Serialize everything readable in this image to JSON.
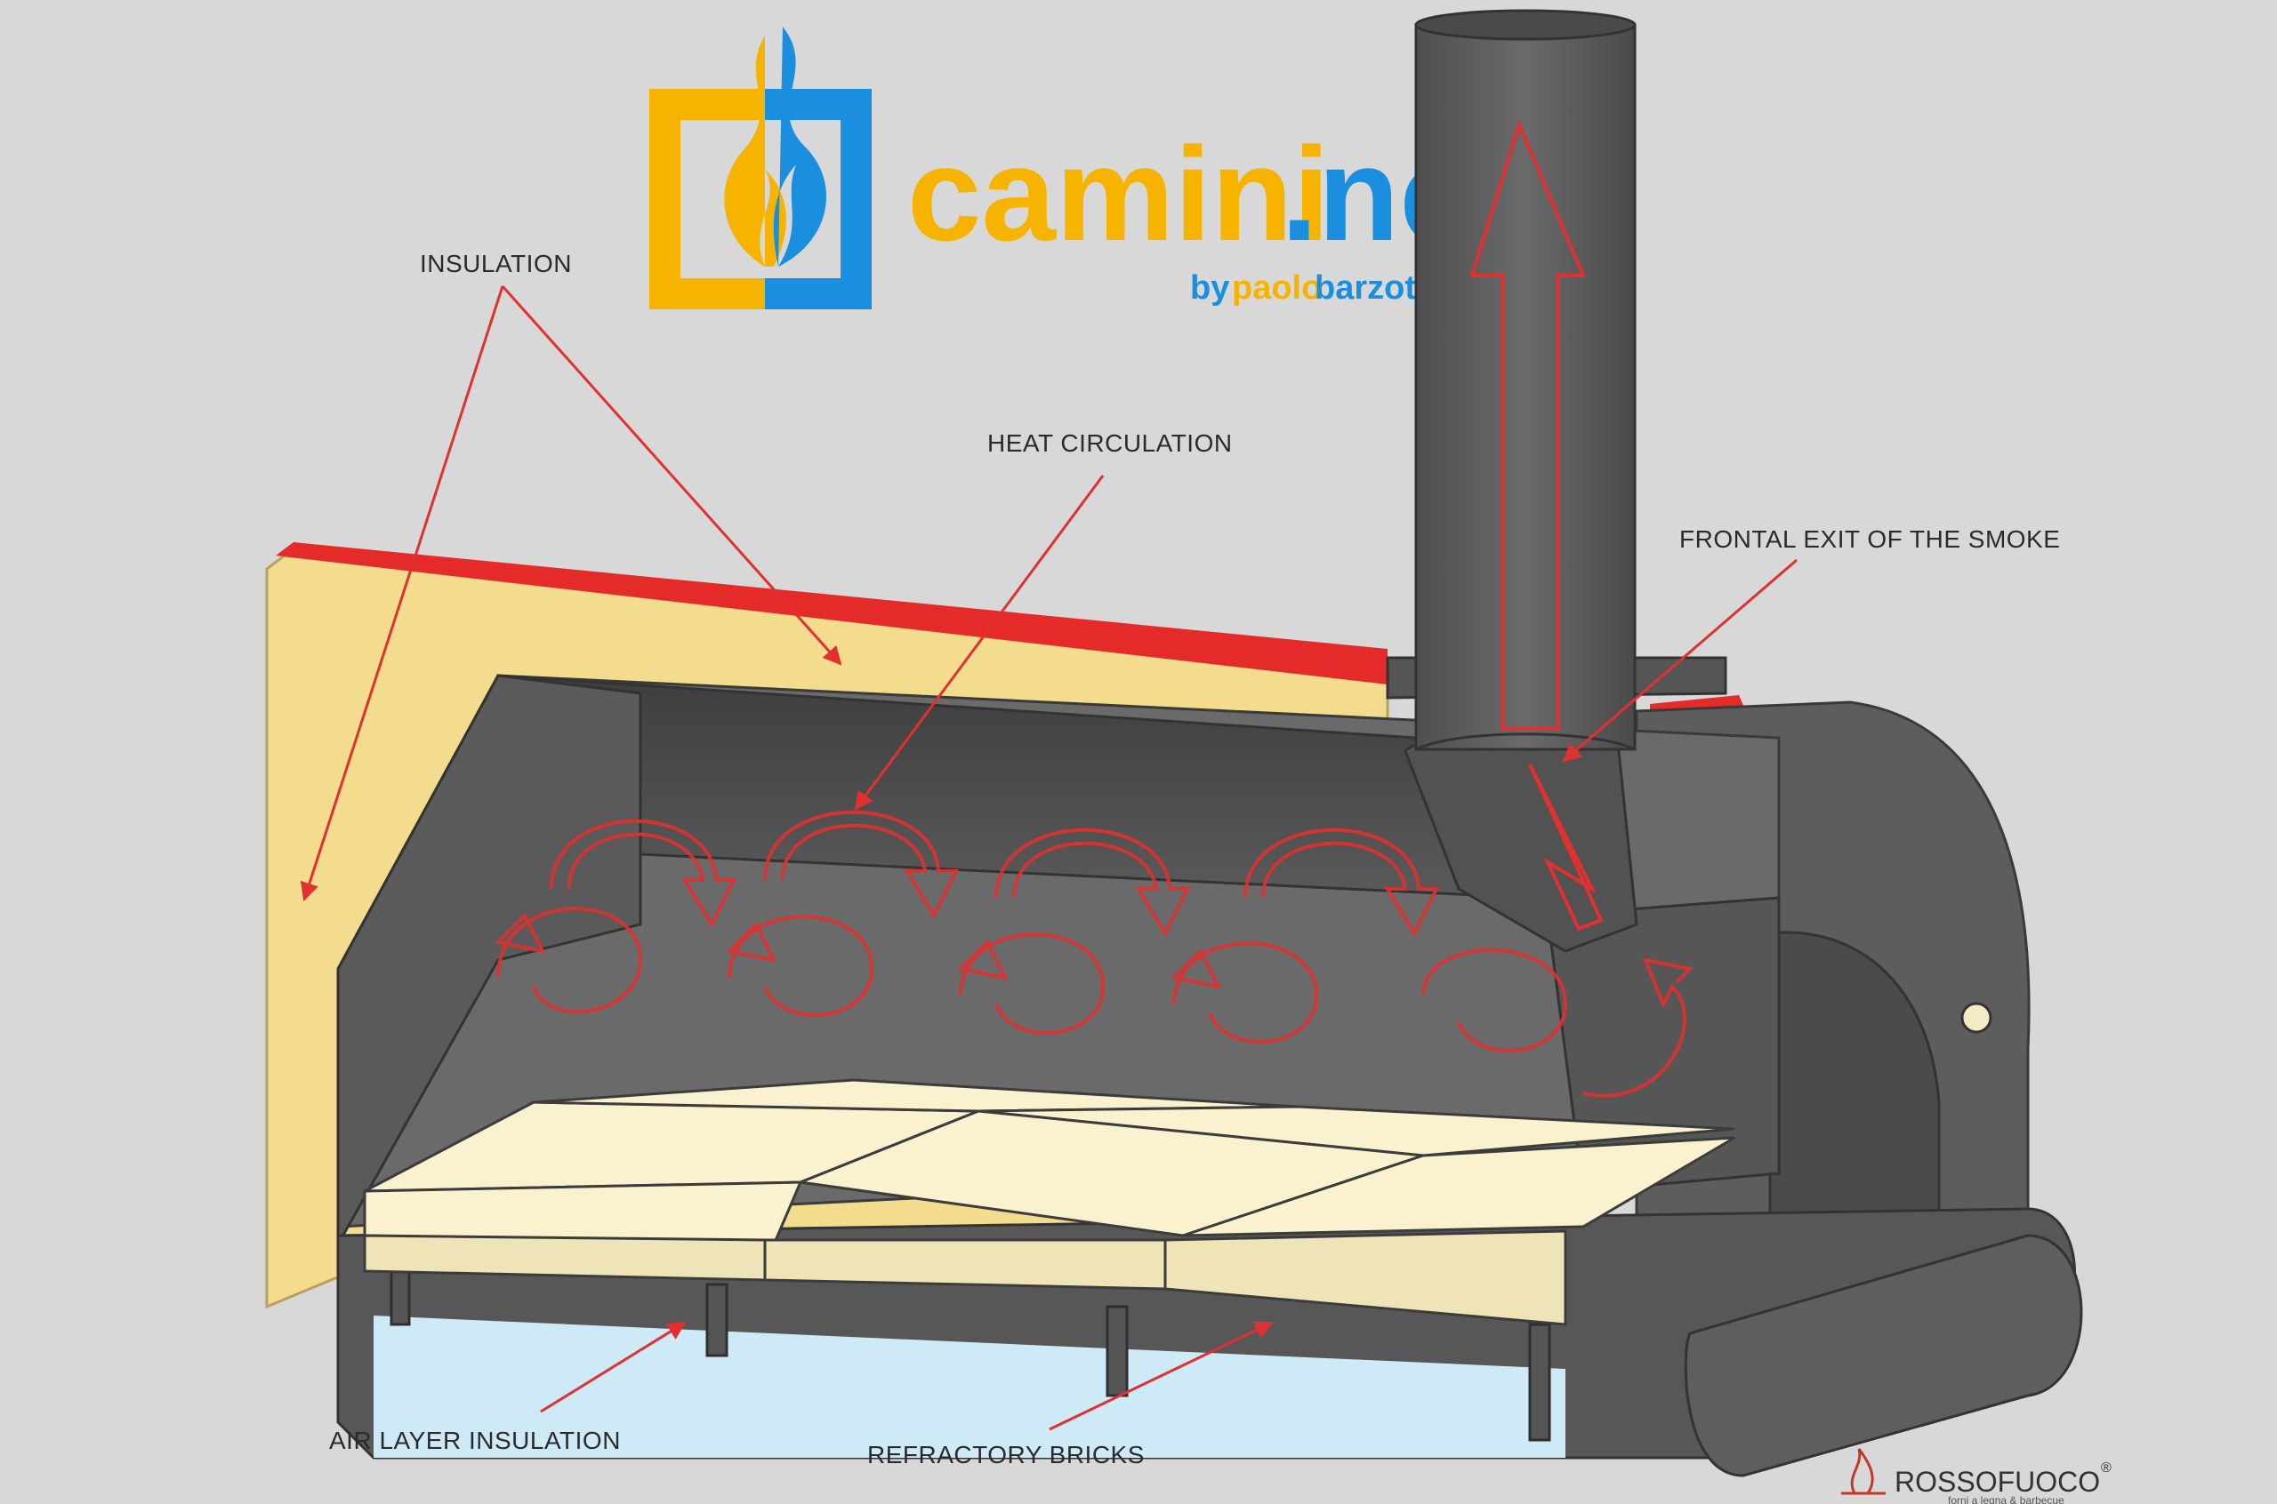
{
  "logo": {
    "name_part1": "camini",
    "name_part2": ".net",
    "byline_by": "by",
    "byline_first": "paolo",
    "byline_last": "barzotti",
    "colors": {
      "yellow": "#f6b400",
      "blue": "#1a8fe0"
    }
  },
  "labels": {
    "insulation": "INSULATION",
    "heat_circulation": "HEAT CIRCULATION",
    "frontal_exit": "FRONTAL EXIT OF THE SMOKE",
    "air_layer": "AIR LAYER INSULATION",
    "refractory": "REFRACTORY BRICKS"
  },
  "manufacturer": {
    "name": "ROSSOFUOCO",
    "registered_mark": "®",
    "tagline": "forni a legna & barbecue"
  },
  "colors": {
    "oven_dark": "#5a5a5a",
    "insulation_yellow": "#f4dc8e",
    "insulation_red": "#e52a2a",
    "brick": "#faf1cf",
    "air_layer": "#cfeaf7",
    "arrow_red": "#e03030"
  }
}
